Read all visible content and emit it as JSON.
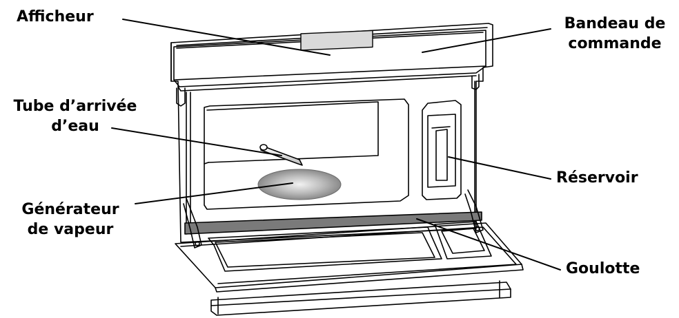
{
  "labels": {
    "display": "Afficheur",
    "control_panel": [
      "Bandeau de",
      "commande"
    ],
    "water_inlet_tube": [
      "Tube d’arrivée",
      "d’eau"
    ],
    "tank": "Réservoir",
    "steam_generator": [
      "Générateur",
      "de vapeur"
    ],
    "spout": "Goulotte"
  },
  "colors": {
    "line": "#000000",
    "display_fill": "#d9d9d9",
    "seal_strip": "#7a7a7a",
    "generator_dark": "#8a8a8a",
    "generator_light": "#e8e8e8"
  }
}
